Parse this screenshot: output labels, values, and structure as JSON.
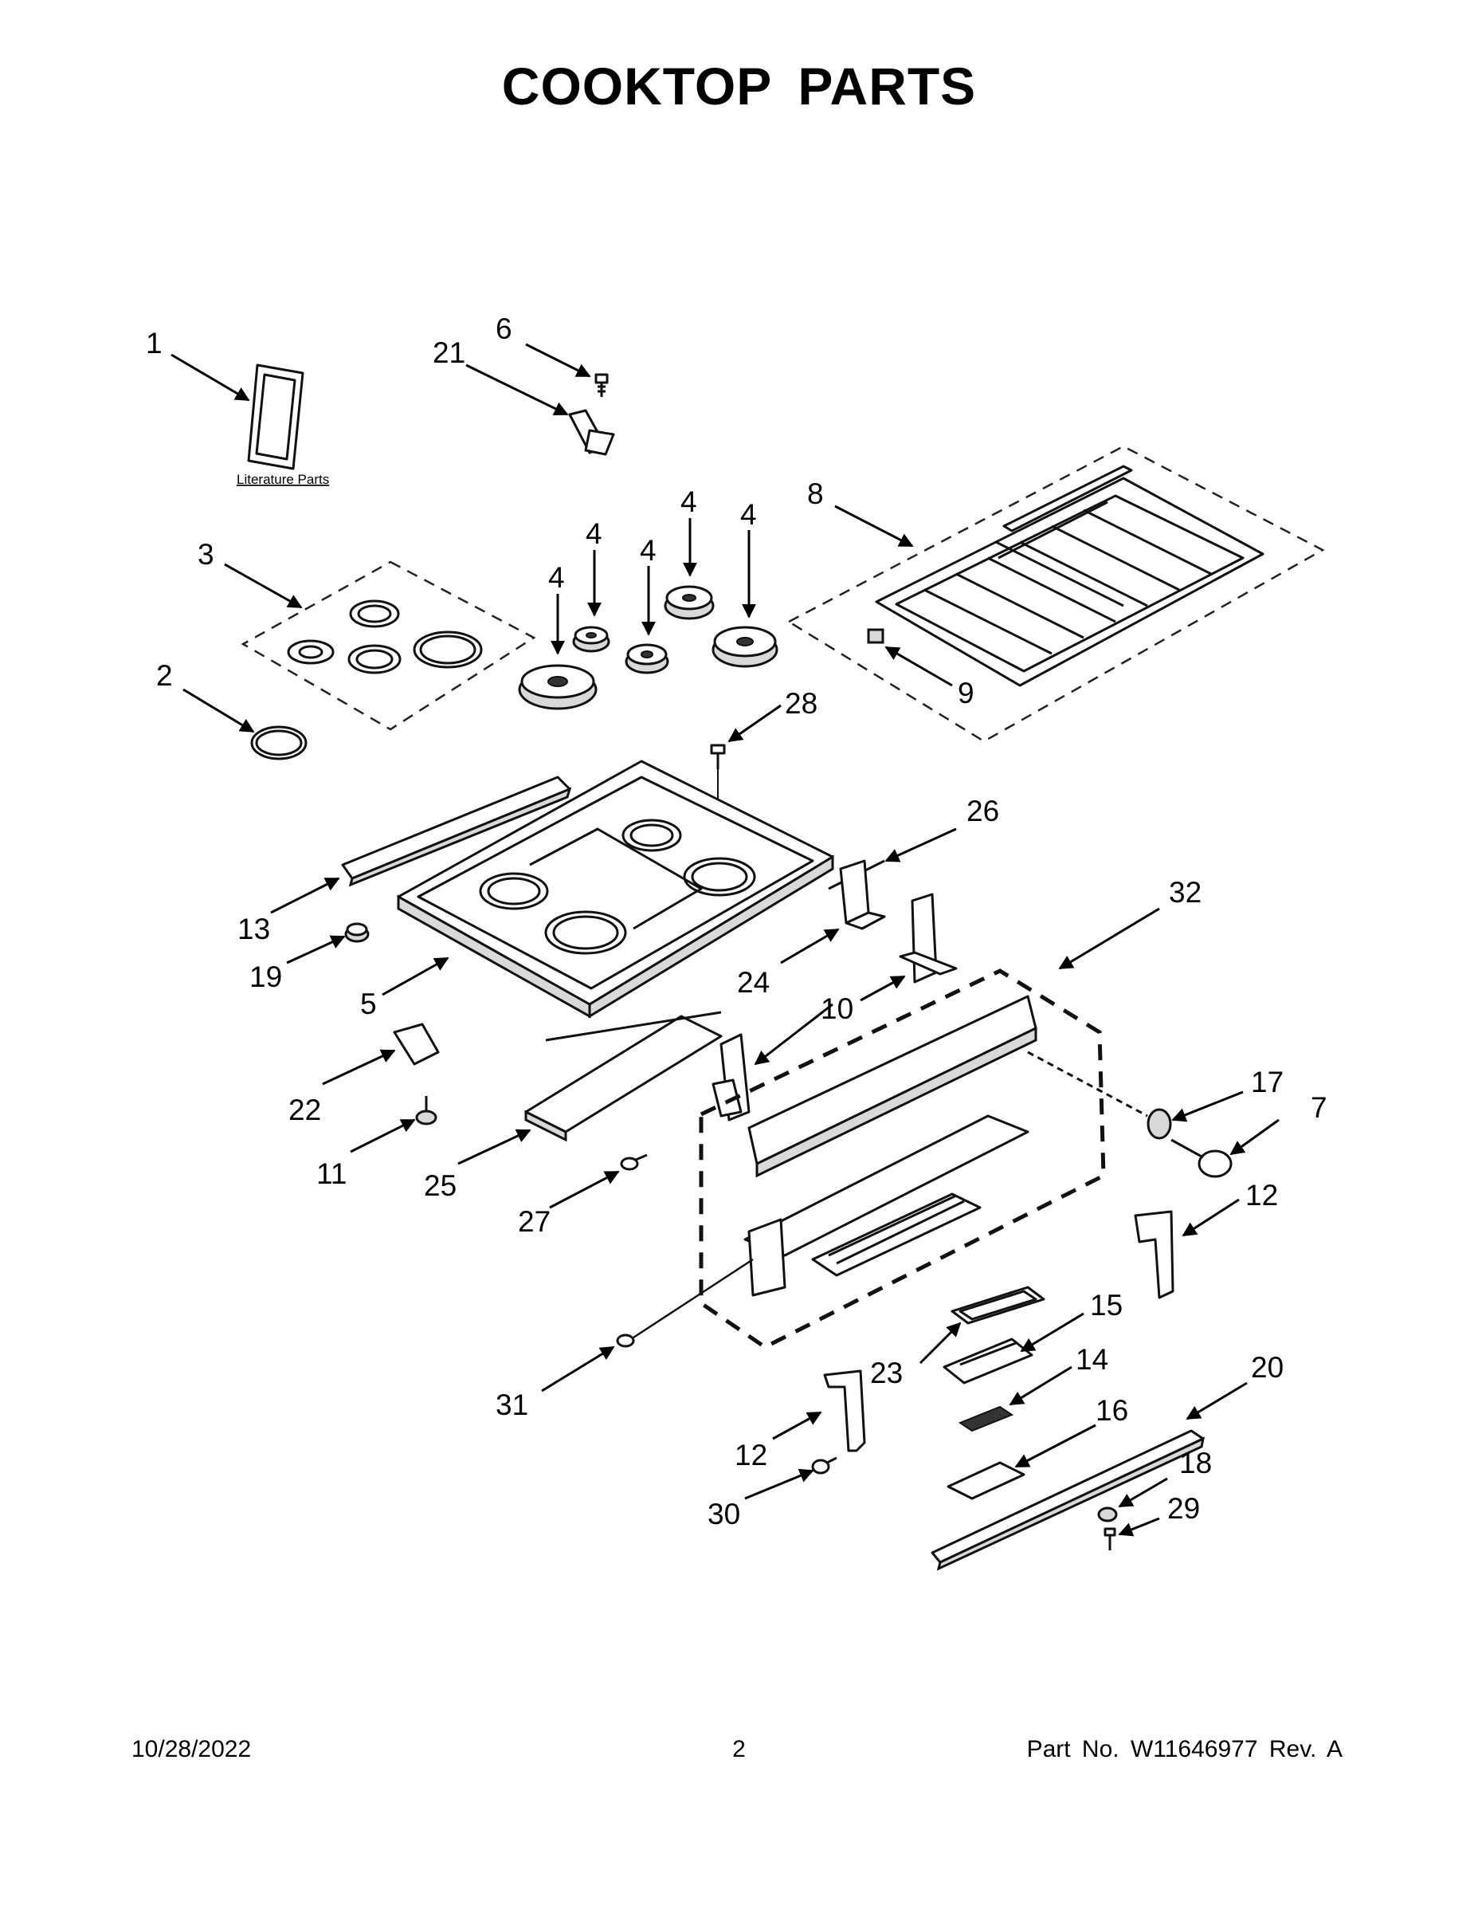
{
  "title": "COOKTOP PARTS",
  "literature_label": "Literature Parts",
  "callouts": {
    "c1": "1",
    "c6": "6",
    "c21": "21",
    "c3": "3",
    "c2": "2",
    "c4a": "4",
    "c4b": "4",
    "c4c": "4",
    "c4d": "4",
    "c4e": "4",
    "c8": "8",
    "c9": "9",
    "c28": "28",
    "c26": "26",
    "c32": "32",
    "c13": "13",
    "c19": "19",
    "c5": "5",
    "c24": "24",
    "c10": "10",
    "c22": "22",
    "c11": "11",
    "c25": "25",
    "c27": "27",
    "c17": "17",
    "c7": "7",
    "c12a": "12",
    "c12b": "12",
    "c15": "15",
    "c23": "23",
    "c14": "14",
    "c20": "20",
    "c16": "16",
    "c31": "31",
    "c30": "30",
    "c18": "18",
    "c29": "29"
  },
  "footer": {
    "date": "10/28/2022",
    "page": "2",
    "part": "Part No.  W11646977  Rev.  A"
  }
}
